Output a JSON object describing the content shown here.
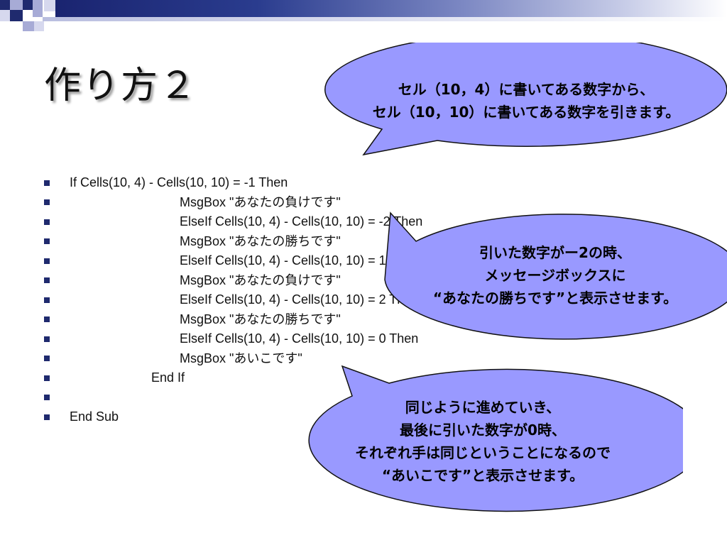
{
  "slide": {
    "title": "作り方２",
    "code_lines": [
      "If Cells(10, 4) - Cells(10, 10) = -1 Then",
      "MsgBox \"あなたの負けです\"",
      "ElseIf Cells(10, 4) - Cells(10, 10) = -2 Then",
      "MsgBox \"あなたの勝ちです\"",
      "ElseIf Cells(10, 4) - Cells(10, 10) = 1 Then",
      "MsgBox \"あなたの負けです\"",
      "ElseIf Cells(10, 4) - Cells(10, 10) = 2 Then",
      "MsgBox \"あなたの勝ちです\"",
      "ElseIf Cells(10, 4) - Cells(10, 10) = 0 Then",
      "MsgBox \"あいこです\"",
      "End If",
      "",
      "End Sub"
    ]
  },
  "callouts": {
    "top": {
      "line1": "セル（10，4）に書いてある数字から、",
      "line2": "セル（10，10）に書いてある数字を引きます。"
    },
    "middle": {
      "line1": "引いた数字がー2の時、",
      "line2": "メッセージボックスに",
      "line3": "“あなたの勝ちです”と表示させます。"
    },
    "bottom": {
      "line1": "同じように進めていき、",
      "line2": "最後に引いた数字が0時、",
      "line3": "それぞれ手は同じということになるので",
      "line4": "“あいこです”と表示させます。"
    }
  },
  "colors": {
    "bubble_fill": "#9999ff",
    "bubble_stroke": "#111111",
    "accent_dark": "#1f2a6e"
  }
}
